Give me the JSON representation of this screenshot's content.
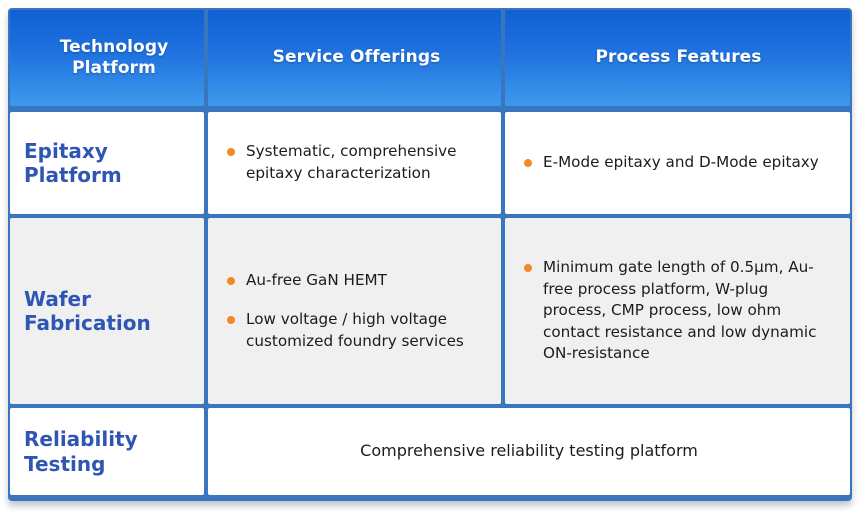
{
  "table": {
    "accent_border": "#3a76bd",
    "header_gradient_top": "#1060d4",
    "header_gradient_bottom": "#3d9aec",
    "platform_text_color": "#2f56b3",
    "bullet_color": "#ef8b22",
    "alt_row_background": "#f0f0f0",
    "headers": [
      {
        "id": "technology-platform",
        "label": "Technology\nPlatform"
      },
      {
        "id": "service-offerings",
        "label": "Service Offerings"
      },
      {
        "id": "process-features",
        "label": "Process Features"
      }
    ],
    "rows": [
      {
        "id": "epitaxy-platform",
        "platform": "Epitaxy\nPlatform",
        "service_offerings": [
          "Systematic, comprehensive epitaxy characterization"
        ],
        "process_features": [
          "E-Mode epitaxy  and D-Mode epitaxy"
        ]
      },
      {
        "id": "wafer-fabrication",
        "platform": "Wafer\nFabrication",
        "service_offerings": [
          "Au-free GaN HEMT",
          "Low voltage / high voltage customized foundry services"
        ],
        "process_features": [
          "Minimum gate length of 0.5µm, Au-free process platform, W-plug process, CMP process, low ohm contact resistance and low dynamic ON-resistance"
        ]
      },
      {
        "id": "reliability-testing",
        "platform": "Reliability\nTesting",
        "spanned_note": "Comprehensive reliability testing platform"
      }
    ]
  }
}
